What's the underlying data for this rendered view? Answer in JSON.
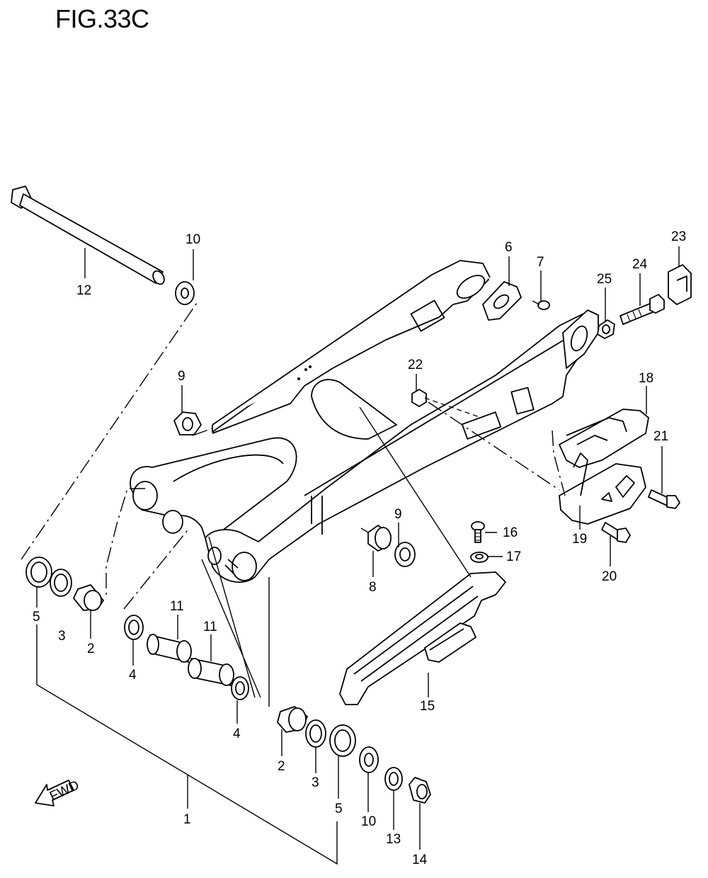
{
  "figure": {
    "title": "FIG.33C"
  },
  "fwd_label": "FWD",
  "callouts": [
    {
      "id": "c1",
      "text": "1"
    },
    {
      "id": "c2a",
      "text": "2"
    },
    {
      "id": "c2b",
      "text": "2"
    },
    {
      "id": "c3a",
      "text": "3"
    },
    {
      "id": "c3b",
      "text": "3"
    },
    {
      "id": "c4a",
      "text": "4"
    },
    {
      "id": "c4b",
      "text": "4"
    },
    {
      "id": "c5a",
      "text": "5"
    },
    {
      "id": "c5b",
      "text": "5"
    },
    {
      "id": "c6",
      "text": "6"
    },
    {
      "id": "c7",
      "text": "7"
    },
    {
      "id": "c8",
      "text": "8"
    },
    {
      "id": "c9a",
      "text": "9"
    },
    {
      "id": "c9b",
      "text": "9"
    },
    {
      "id": "c10a",
      "text": "10"
    },
    {
      "id": "c10b",
      "text": "10"
    },
    {
      "id": "c11a",
      "text": "11"
    },
    {
      "id": "c11b",
      "text": "11"
    },
    {
      "id": "c12",
      "text": "12"
    },
    {
      "id": "c13",
      "text": "13"
    },
    {
      "id": "c14",
      "text": "14"
    },
    {
      "id": "c15",
      "text": "15"
    },
    {
      "id": "c16",
      "text": "16"
    },
    {
      "id": "c17",
      "text": "17"
    },
    {
      "id": "c18",
      "text": "18"
    },
    {
      "id": "c19",
      "text": "19"
    },
    {
      "id": "c20",
      "text": "20"
    },
    {
      "id": "c21",
      "text": "21"
    },
    {
      "id": "c22",
      "text": "22"
    },
    {
      "id": "c23",
      "text": "23"
    },
    {
      "id": "c24",
      "text": "24"
    },
    {
      "id": "c25",
      "text": "25"
    }
  ]
}
